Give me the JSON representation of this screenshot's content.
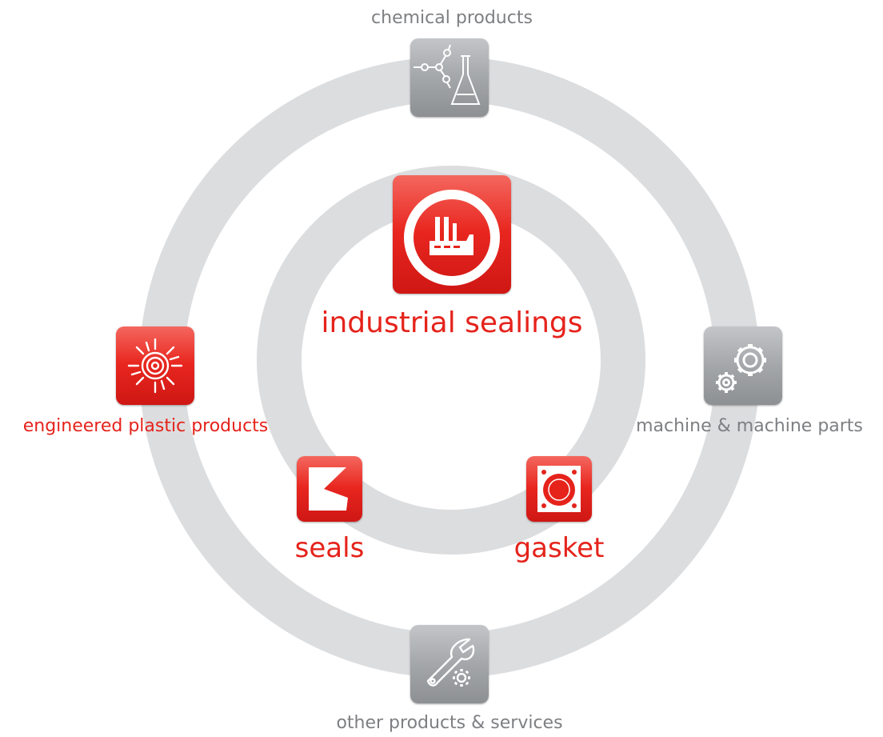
{
  "colors": {
    "ring": "#dcdddf",
    "red": "#e5231b",
    "grey_text": "#7d7f82",
    "grey_tile": "#a4a7aa"
  },
  "nodes": {
    "chemical": {
      "label": "chemical products",
      "icon": "molecule-flask-icon"
    },
    "industrial": {
      "label": "industrial sealings",
      "icon": "factory-icon"
    },
    "engineered": {
      "label": "engineered plastic products",
      "icon": "sun-ring-icon"
    },
    "machine": {
      "label": "machine & machine parts",
      "icon": "gears-icon"
    },
    "seals": {
      "label": "seals",
      "icon": "seal-profile-icon"
    },
    "gasket": {
      "label": "gasket",
      "icon": "gasket-icon"
    },
    "other": {
      "label": "other products & services",
      "icon": "wrench-gear-icon"
    }
  }
}
